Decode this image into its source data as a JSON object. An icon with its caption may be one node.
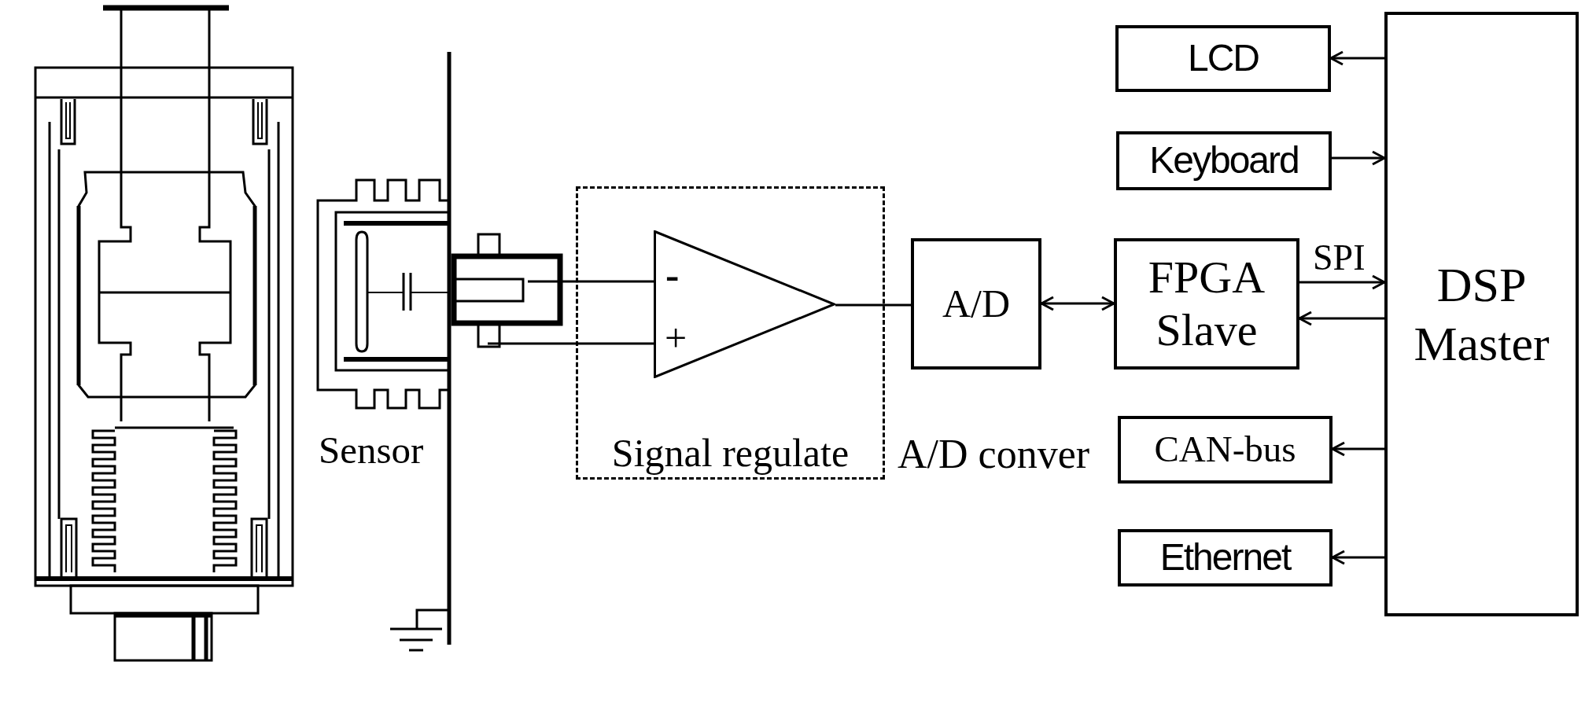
{
  "diagram": {
    "nodes": [
      {
        "text": [],
        "shape": "picture",
        "beside": [
          "Sensor"
        ]
      },
      {
        "text": [
          "Signal regulate"
        ]
      },
      {
        "text": [
          "-",
          "+"
        ],
        "in": 1
      },
      {
        "text": [
          "A/D"
        ]
      },
      {
        "text": [
          "LCD"
        ]
      },
      {
        "text": [
          "Keyboard"
        ]
      },
      {
        "text": [
          "FPGA Slave"
        ]
      },
      {
        "text": [
          "CAN-bus"
        ]
      },
      {
        "text": [
          "Ethernet"
        ]
      },
      {
        "text": [
          "DSP Master"
        ]
      }
    ],
    "edges": [
      {
        "from": 0,
        "to": 2,
        "arrow": "none"
      },
      {
        "from": 0,
        "to": 2,
        "arrow": "none"
      },
      {
        "from": 2,
        "to": 3,
        "arrow": "none"
      },
      {
        "from": 3,
        "to": 6,
        "arrow": "both"
      },
      {
        "from": 6,
        "to": 9,
        "arrow": "to",
        "label": "SPI"
      },
      {
        "from": 9,
        "to": 6,
        "arrow": "to"
      },
      {
        "from": 9,
        "to": 4,
        "arrow": "to"
      },
      {
        "from": 5,
        "to": 9,
        "arrow": "to"
      },
      {
        "from": 9,
        "to": 7,
        "arrow": "to"
      },
      {
        "from": 9,
        "to": 8,
        "arrow": "to"
      }
    ],
    "labels": [
      "A/D conver"
    ]
  }
}
